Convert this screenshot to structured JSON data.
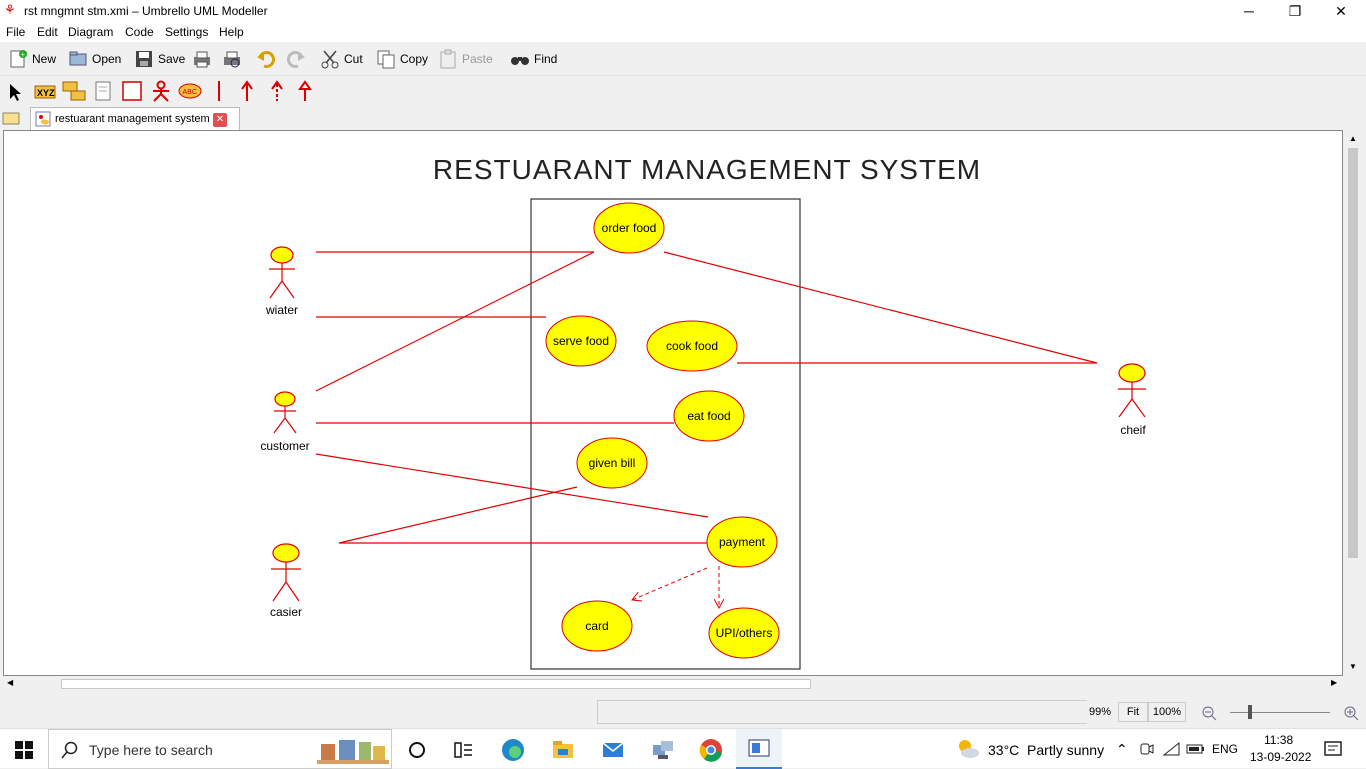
{
  "window": {
    "title": "rst mngmnt stm.xmi – Umbrello UML Modeller"
  },
  "menu": [
    "File",
    "Edit",
    "Diagram",
    "Code",
    "Settings",
    "Help"
  ],
  "toolbar": {
    "new": "New",
    "open": "Open",
    "save": "Save",
    "cut": "Cut",
    "copy": "Copy",
    "paste": "Paste",
    "find": "Find"
  },
  "tab": {
    "label": "restuarant management system"
  },
  "diagram": {
    "title": "RESTUARANT MANAGEMENT SYSTEM",
    "actors": [
      "wiater",
      "customer",
      "casier",
      "cheif"
    ],
    "usecases": [
      "order food",
      "serve food",
      "cook food",
      "eat food",
      "given bill",
      "payment",
      "card",
      "UPI/others"
    ]
  },
  "status": {
    "zoom": "99%",
    "fit": "Fit",
    "hundred": "100%"
  },
  "taskbar": {
    "search_placeholder": "Type here to search",
    "weather": "33°C  Partly sunny",
    "lang": "ENG",
    "time": "11:38",
    "date": "13-09-2022"
  },
  "colors": {
    "usecase_fill": "#ffff00",
    "line": "#e00000"
  }
}
